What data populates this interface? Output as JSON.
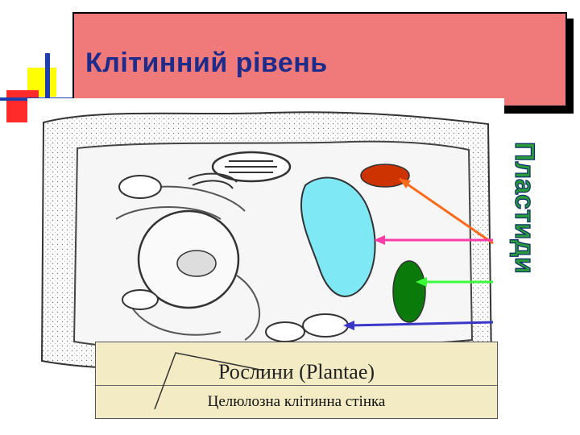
{
  "slide": {
    "title": "Клітинний рівень",
    "side_label": "Пластиди",
    "caption_title": "Рослини (Plantae)",
    "caption_subtitle": "Целюлозна клітинна стінка"
  },
  "colors": {
    "title_bg": "#f07a7a",
    "title_text": "#1d2b8a",
    "vacuole": "#7fe8f5",
    "chromoplast": "#cc3300",
    "chloroplast": "#0a7a0a",
    "leucoplast": "#ffffff",
    "arrow_orange": "#ff6a1a",
    "arrow_pink": "#ff3ca8",
    "arrow_green": "#3cff3c",
    "arrow_blue": "#3a36c8",
    "caption_bg": "#f2ebc4"
  }
}
